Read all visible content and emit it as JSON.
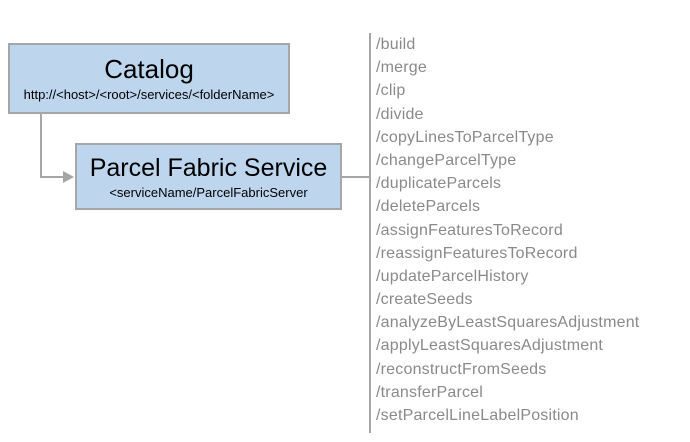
{
  "catalog_box": {
    "title": "Catalog",
    "subtitle": "http://<host>/<root>/services/<folderName>"
  },
  "service_box": {
    "title": "Parcel Fabric Service",
    "subtitle": "<serviceName/ParcelFabricServer"
  },
  "operations": [
    "/build",
    "/merge",
    "/clip",
    "/divide",
    "/copyLinesToParcelType",
    "/changeParcelType",
    "/duplicateParcels",
    "/deleteParcels",
    "/assignFeaturesToRecord",
    "/reassignFeaturesToRecord",
    "/updateParcelHistory",
    "/createSeeds",
    "/analyzeByLeastSquaresAdjustment",
    "/applyLeastSquaresAdjustment",
    "/reconstructFromSeeds",
    "/transferParcel",
    "/setParcelLineLabelPosition"
  ],
  "colors": {
    "box_fill": "#bdd6ee",
    "box_border": "#a6a6a6",
    "connector": "#a6a6a6",
    "operation_text": "#8a8a8a",
    "node_text": "#000000",
    "background": "#ffffff"
  }
}
